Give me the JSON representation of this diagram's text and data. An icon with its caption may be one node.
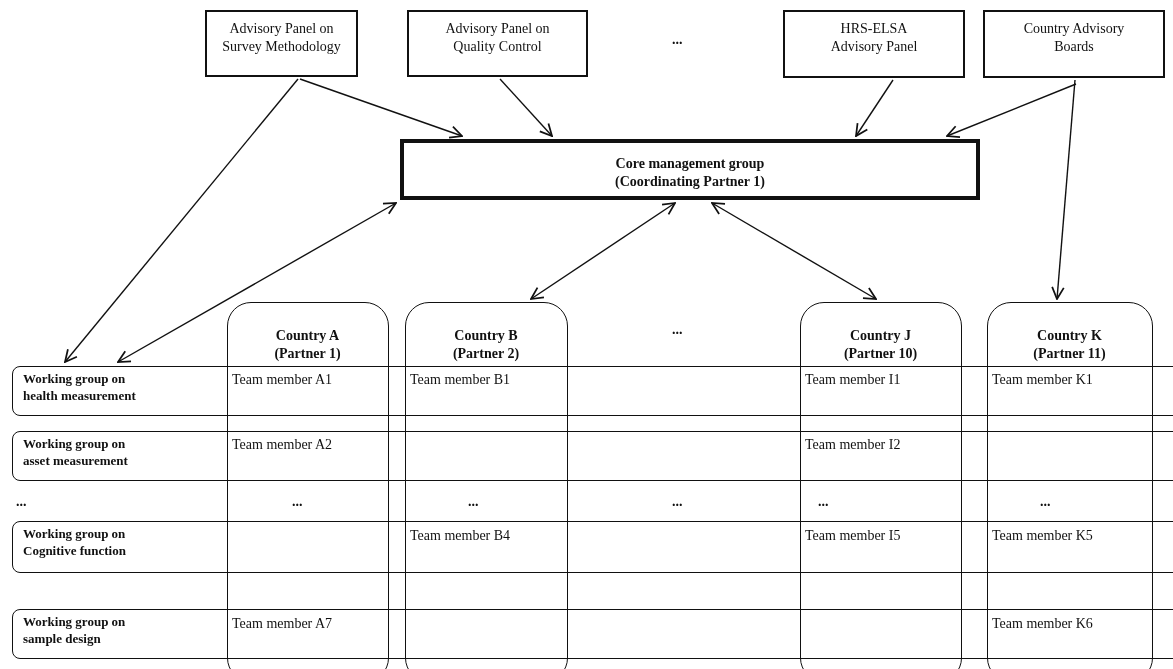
{
  "diagram": {
    "nodes": [
      {
        "text": [
          "Advisory Panel on Survey Methodology"
        ]
      },
      {
        "text": [
          "Advisory Panel on Quality Control"
        ]
      },
      {
        "text": [
          "HRS-ELSA Advisory  Panel"
        ]
      },
      {
        "text": [
          "Country Advisory Boards"
        ]
      },
      {
        "text": [
          "Core management group (Coordinating Partner 1)"
        ]
      },
      {
        "text": [
          "Country A (Partner 1)"
        ]
      },
      {
        "text": [
          "Country B (Partner 2)"
        ]
      },
      {
        "text": [
          "Country J (Partner 10)"
        ]
      },
      {
        "text": [
          "Country K (Partner 11)"
        ]
      },
      {
        "text": [
          "Working group on health measurement"
        ]
      },
      {
        "text": [
          "Working group on asset measurement"
        ]
      },
      {
        "text": [
          "Working group on Cognitive function"
        ]
      },
      {
        "text": [
          "Working group on sample design"
        ]
      }
    ],
    "edges": [
      {
        "from": 0,
        "to": 4,
        "arrow": "to"
      },
      {
        "from": 1,
        "to": 4,
        "arrow": "to"
      },
      {
        "from": 2,
        "to": 4,
        "arrow": "to"
      },
      {
        "from": 3,
        "to": 4,
        "arrow": "to"
      },
      {
        "from": 0,
        "to": 9,
        "arrow": "to"
      },
      {
        "from": 4,
        "to": 9,
        "arrow": "both"
      },
      {
        "from": 4,
        "to": 6,
        "arrow": "both"
      },
      {
        "from": 4,
        "to": 7,
        "arrow": "both"
      },
      {
        "from": 3,
        "to": 8,
        "arrow": "to"
      }
    ],
    "labels": [
      "...",
      "...",
      "Team member A1",
      "Team member B1",
      "Team member I1",
      "Team member K1",
      "Team member A2",
      "Team member I2",
      "...",
      "...",
      "...",
      "...",
      "...",
      "...",
      "Team member B4",
      "Team member I5",
      "Team member K5",
      "Team member A7",
      "Team member K6"
    ]
  }
}
